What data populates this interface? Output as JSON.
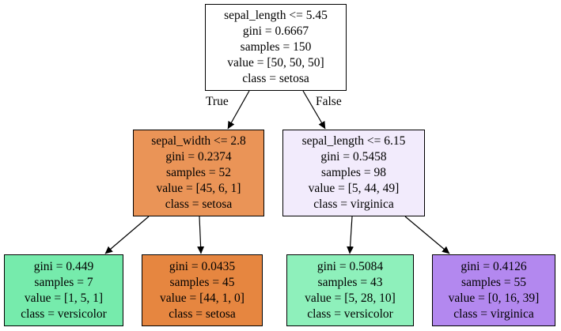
{
  "colors": {
    "edge": "#000000",
    "node_border": "#000000",
    "text": "#000000",
    "root": "#ffffff",
    "node_left": "#ea9457",
    "node_right": "#f2ebfc",
    "leaf_1": "#76ebac",
    "leaf_2": "#e68640",
    "leaf_3": "#8ef0bb",
    "leaf_4": "#b388ef"
  },
  "edge_labels": {
    "true": "True",
    "false": "False"
  },
  "nodes": [
    {
      "id": "n0",
      "fill": "#ffffff",
      "lines": [
        "sepal_length <= 5.45",
        "gini = 0.6667",
        "samples = 150",
        "value = [50, 50, 50]",
        "class = setosa"
      ]
    },
    {
      "id": "n1",
      "fill": "#ea9457",
      "lines": [
        "sepal_width <= 2.8",
        "gini = 0.2374",
        "samples = 52",
        "value = [45, 6, 1]",
        "class = setosa"
      ]
    },
    {
      "id": "n2",
      "fill": "#f2ebfc",
      "lines": [
        "sepal_length <= 6.15",
        "gini = 0.5458",
        "samples = 98",
        "value = [5, 44, 49]",
        "class = virginica"
      ]
    },
    {
      "id": "n3",
      "fill": "#76ebac",
      "lines": [
        "gini = 0.449",
        "samples = 7",
        "value = [1, 5, 1]",
        "class = versicolor"
      ]
    },
    {
      "id": "n4",
      "fill": "#e68640",
      "lines": [
        "gini = 0.0435",
        "samples = 45",
        "value = [44, 1, 0]",
        "class = setosa"
      ]
    },
    {
      "id": "n5",
      "fill": "#8ef0bb",
      "lines": [
        "gini = 0.5084",
        "samples = 43",
        "value = [5, 28, 10]",
        "class = versicolor"
      ]
    },
    {
      "id": "n6",
      "fill": "#b388ef",
      "lines": [
        "gini = 0.4126",
        "samples = 55",
        "value = [0, 16, 39]",
        "class = virginica"
      ]
    }
  ],
  "edges": [
    {
      "from": "n0",
      "to": "n1"
    },
    {
      "from": "n0",
      "to": "n2"
    },
    {
      "from": "n1",
      "to": "n3"
    },
    {
      "from": "n1",
      "to": "n4"
    },
    {
      "from": "n2",
      "to": "n5"
    },
    {
      "from": "n2",
      "to": "n6"
    }
  ]
}
